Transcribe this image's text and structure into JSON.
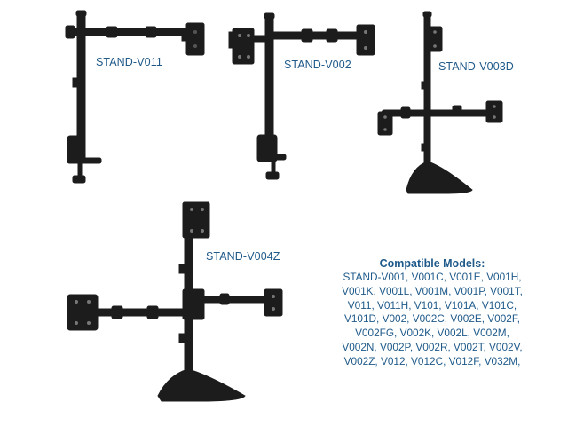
{
  "products": [
    {
      "model": "STAND-V011",
      "description_icon": "single-pole-desk-clamp-dual-monitor-mount"
    },
    {
      "model": "STAND-V002",
      "description_icon": "dual-monitor-desk-clamp-mount"
    },
    {
      "model": "STAND-V003D",
      "description_icon": "freestanding-triple-monitor-stand"
    },
    {
      "model": "STAND-V004Z",
      "description_icon": "freestanding-quad-monitor-stand"
    }
  ],
  "compatibility": {
    "title": "Compatible Models:",
    "lines": [
      "STAND-V001, V001C, V001E, V001H,",
      "V001K, V001L, V001M, V001P, V001T,",
      "V011, V011H, V101, V101A, V101C,",
      "V101D, V002, V002C, V002E, V002F,",
      "V002FG, V002K, V002L, V002M,",
      "V002N, V002P, V002R, V002T, V002V,",
      "V002Z, V012, V012C, V012F, V032M,"
    ]
  },
  "colors": {
    "label": "#1f5a8a",
    "mount": "#1c1c1c",
    "background": "#ffffff"
  }
}
